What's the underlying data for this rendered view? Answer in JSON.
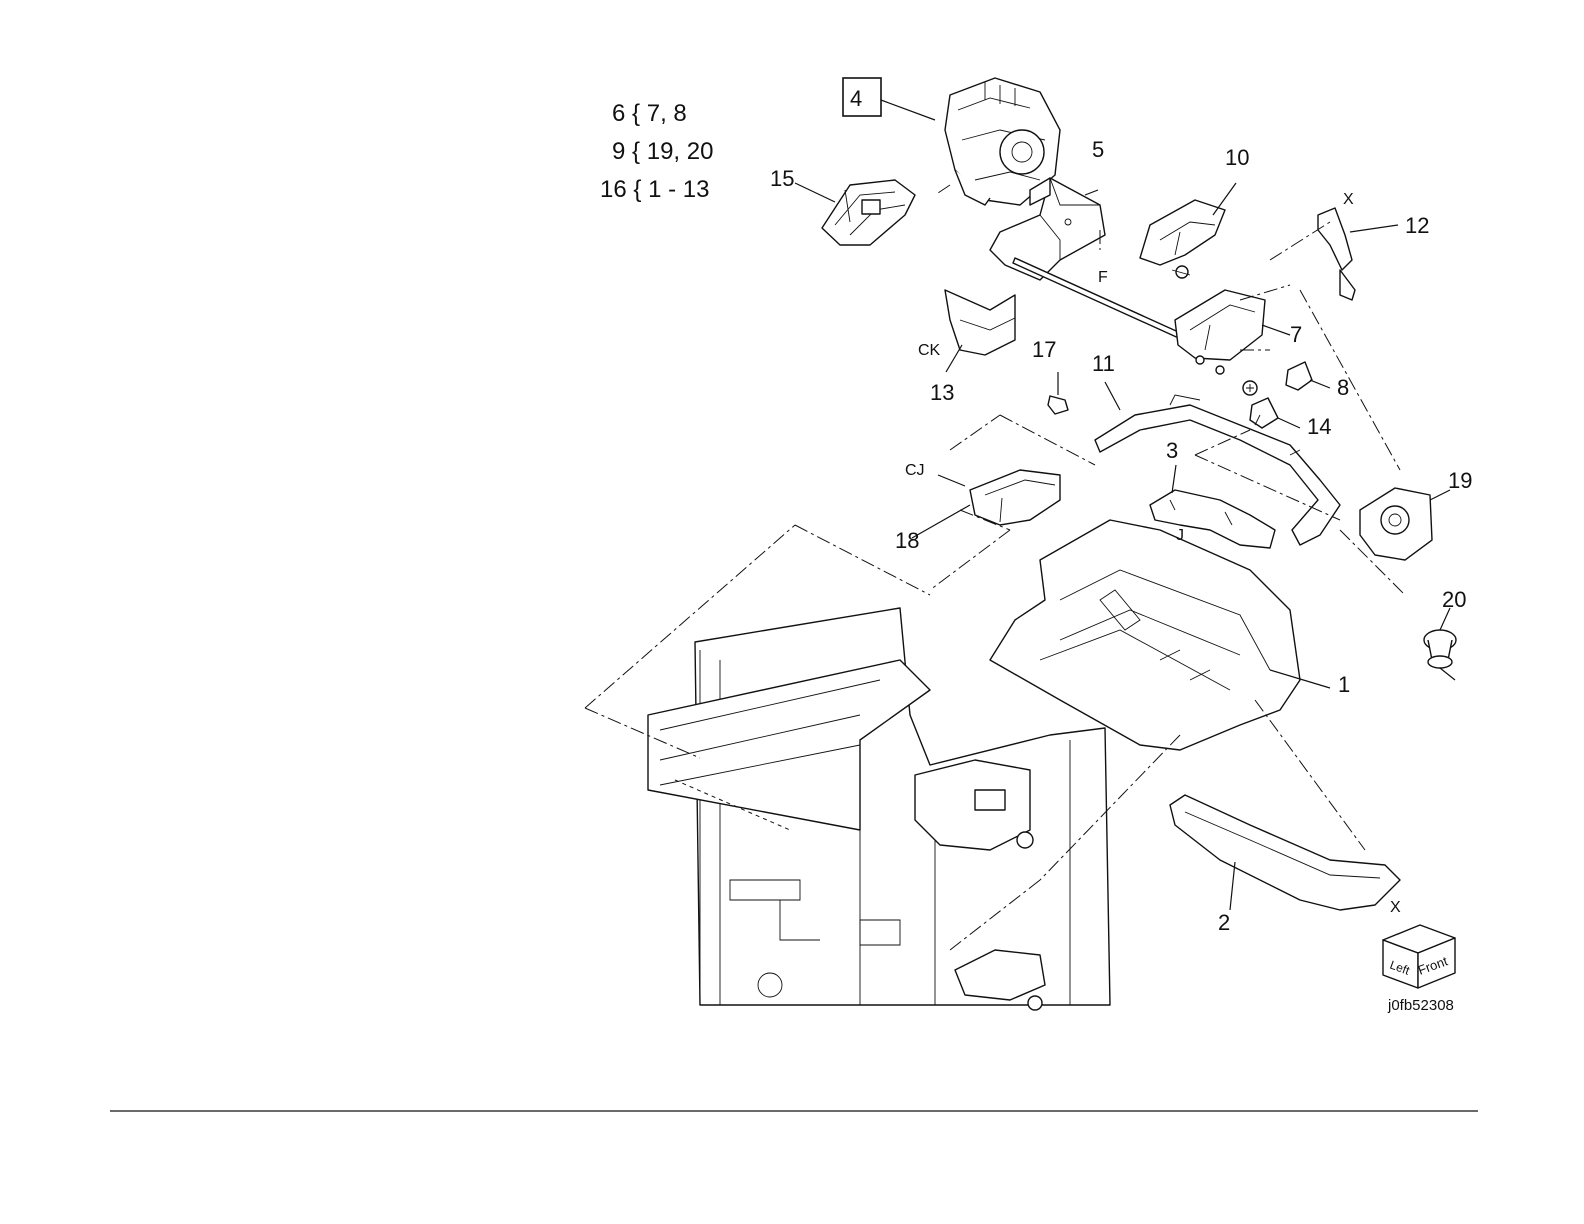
{
  "group_legend": [
    {
      "parent": "6",
      "children": "7, 8"
    },
    {
      "parent": "9",
      "children": "19, 20"
    },
    {
      "parent": "16",
      "children": "1 - 13"
    }
  ],
  "callouts": {
    "p1": "1",
    "p2": "2",
    "p3": "3",
    "p4": "4",
    "p5": "5",
    "p7": "7",
    "p8": "8",
    "p10": "10",
    "p11": "11",
    "p12": "12",
    "p13": "13",
    "p14": "14",
    "p15": "15",
    "p17": "17",
    "p18": "18",
    "p19": "19",
    "p20": "20"
  },
  "refs": {
    "x_top": "X",
    "x_bottom": "X",
    "f": "F",
    "ck": "CK",
    "cj": "CJ",
    "j": "J"
  },
  "orientation": {
    "left": "Left",
    "front": "Front"
  },
  "figure_id": "j0fb52308"
}
